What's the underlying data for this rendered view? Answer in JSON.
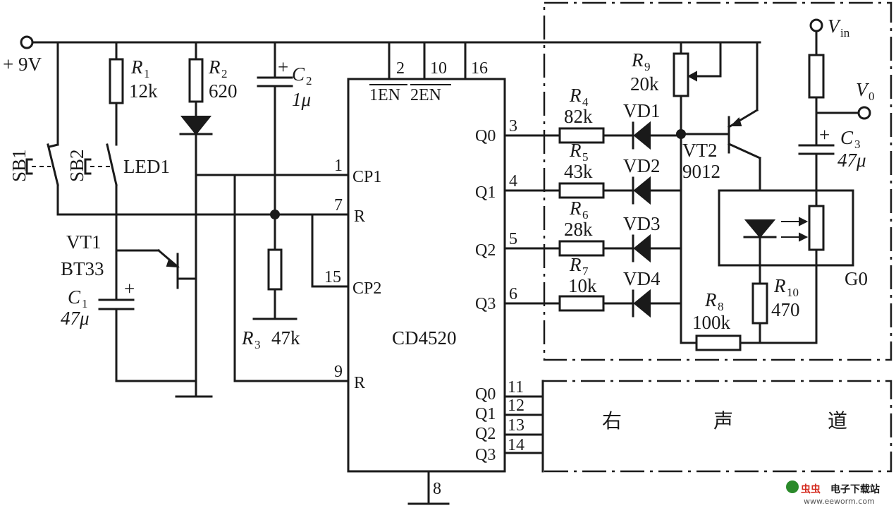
{
  "supply": {
    "label": "+ 9V"
  },
  "components": {
    "r1": {
      "ref": "R",
      "sub": "1",
      "value": "12k"
    },
    "r2": {
      "ref": "R",
      "sub": "2",
      "value": "620"
    },
    "c2": {
      "ref": "C",
      "sub": "2",
      "value": "1μ",
      "polarity": "+"
    },
    "r3": {
      "ref": "R",
      "sub": "3",
      "value": "47k"
    },
    "c1": {
      "ref": "C",
      "sub": "1",
      "value": "47μ",
      "polarity": "+"
    },
    "vt1": {
      "ref": "VT1",
      "part": "BT33"
    },
    "sb1": {
      "ref": "SB1"
    },
    "sb2": {
      "ref": "SB2"
    },
    "led1": {
      "ref": "LED1"
    },
    "r4": {
      "ref": "R",
      "sub": "4",
      "value": "82k"
    },
    "r5": {
      "ref": "R",
      "sub": "5",
      "value": "43k"
    },
    "r6": {
      "ref": "R",
      "sub": "6",
      "value": "28k"
    },
    "r7": {
      "ref": "R",
      "sub": "7",
      "value": "10k"
    },
    "vd1": {
      "ref": "VD1"
    },
    "vd2": {
      "ref": "VD2"
    },
    "vd3": {
      "ref": "VD3"
    },
    "vd4": {
      "ref": "VD4"
    },
    "r9": {
      "ref": "R",
      "sub": "9",
      "value": "20k"
    },
    "vt2": {
      "ref": "VT2",
      "part": "9012"
    },
    "r8": {
      "ref": "R",
      "sub": "8",
      "value": "100k"
    },
    "r10": {
      "ref": "R",
      "sub": "10",
      "value": "470"
    },
    "c3": {
      "ref": "C",
      "sub": "3",
      "value": "47μ",
      "polarity": "+"
    },
    "g0": {
      "ref": "G0"
    },
    "vin": {
      "ref": "V",
      "sub": "in"
    },
    "vo": {
      "ref": "V",
      "sub": "0"
    }
  },
  "ic": {
    "name": "CD4520",
    "top_pins": [
      {
        "num": "2",
        "name": "1EN"
      },
      {
        "num": "10",
        "name": "2EN"
      },
      {
        "num": "16",
        "name": ""
      }
    ],
    "left_pins": [
      {
        "num": "1",
        "name": "CP1"
      },
      {
        "num": "7",
        "name": "R"
      },
      {
        "num": "15",
        "name": "CP2"
      },
      {
        "num": "9",
        "name": "R"
      }
    ],
    "right_pins_upper": [
      {
        "num": "3",
        "name": "Q0"
      },
      {
        "num": "4",
        "name": "Q1"
      },
      {
        "num": "5",
        "name": "Q2"
      },
      {
        "num": "6",
        "name": "Q3"
      }
    ],
    "right_pins_lower": [
      {
        "num": "11",
        "name": "Q0"
      },
      {
        "num": "12",
        "name": "Q1"
      },
      {
        "num": "13",
        "name": "Q2"
      },
      {
        "num": "14",
        "name": "Q3"
      }
    ],
    "bottom_pin": {
      "num": "8"
    }
  },
  "right_channel_block": {
    "chars": [
      "右",
      "声",
      "道"
    ]
  },
  "watermark": {
    "logo": "虫虫",
    "site_cn": "电子下载站",
    "url": "www.eeworm.com"
  }
}
